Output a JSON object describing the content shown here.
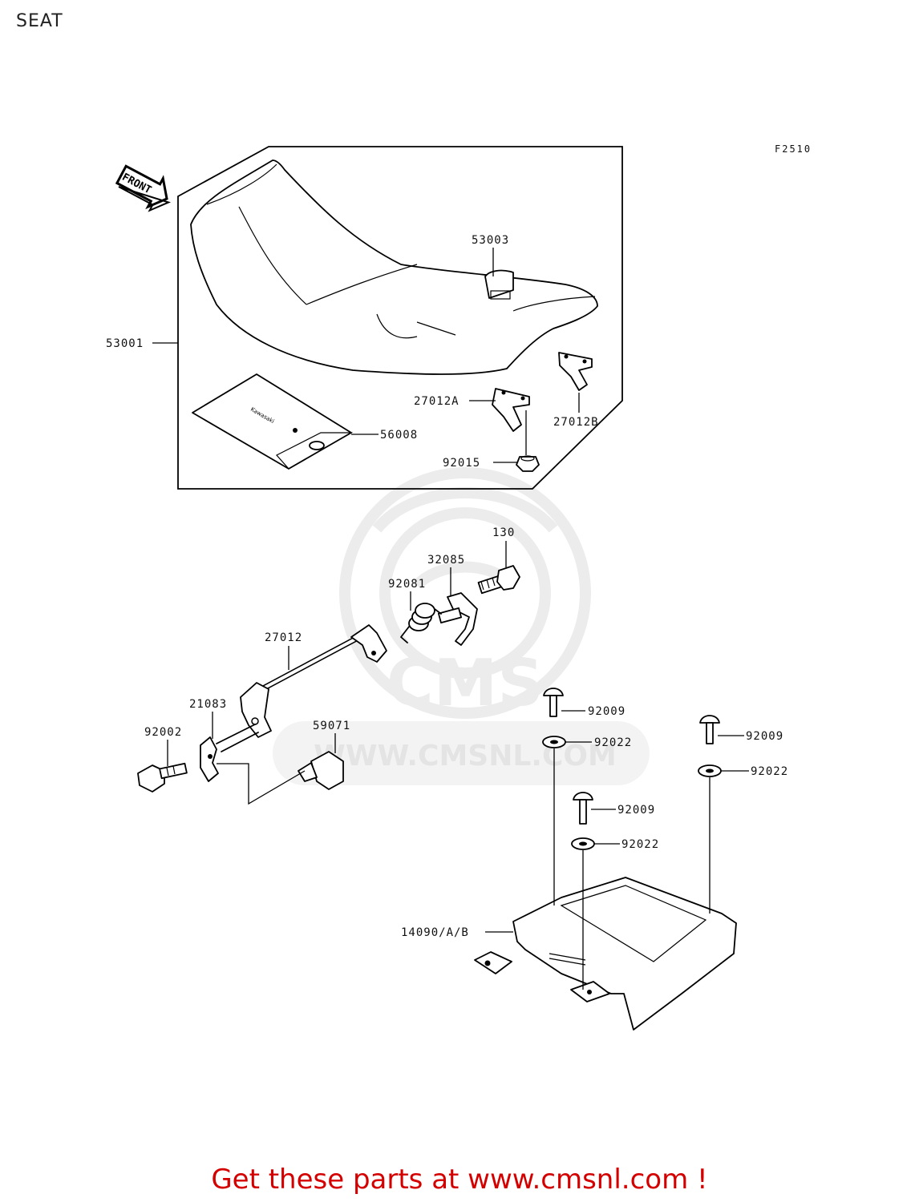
{
  "page": {
    "title": "SEAT"
  },
  "diagram": {
    "figure_code": "F2510",
    "front_arrow_label": "FRONT",
    "watermark": {
      "brand": "CMS",
      "site": "WWW.CMSNL.COM"
    },
    "parts": {
      "p53003": "53003",
      "p53001": "53001",
      "p56008": "56008",
      "p27012A": "27012A",
      "p27012B": "27012B",
      "p92015": "92015",
      "p130": "130",
      "p32085": "32085",
      "p92081": "92081",
      "p27012": "27012",
      "p21083": "21083",
      "p92002": "92002",
      "p59071": "59071",
      "p92009_a": "92009",
      "p92022_a": "92022",
      "p92009_b": "92009",
      "p92022_b": "92022",
      "p92009_c": "92009",
      "p92022_c": "92022",
      "p14090": "14090/A/B"
    }
  },
  "footer": {
    "cta": "Get these parts at www.cmsnl.com !"
  }
}
